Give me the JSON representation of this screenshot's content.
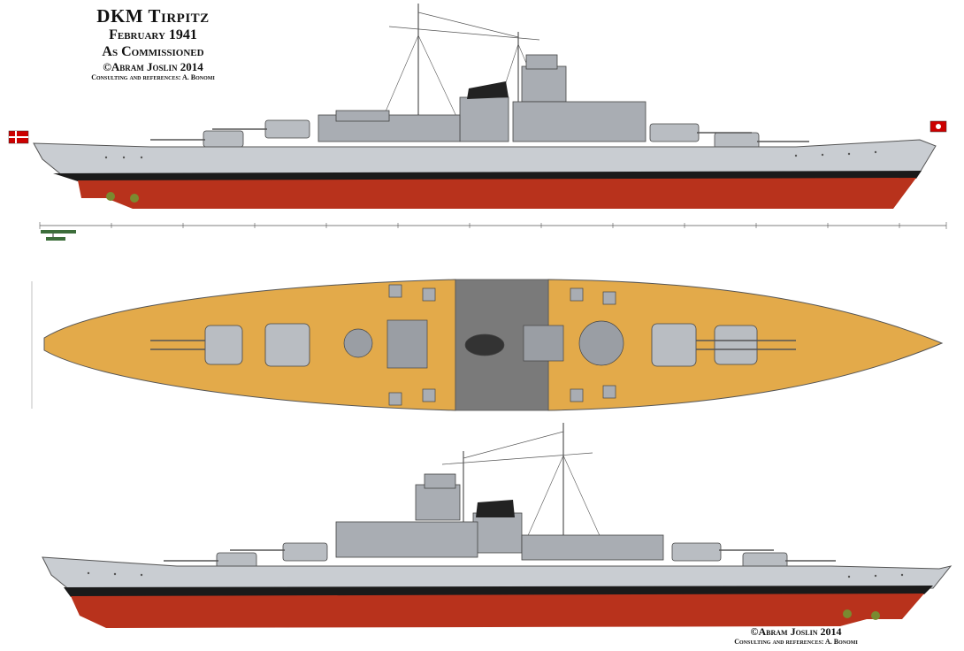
{
  "title": {
    "name": "DKM Tirpitz",
    "date": "February 1941",
    "state": "As Commissioned",
    "copyright": "©Abram Joslin 2014",
    "credits": "Consulting and references: A. Bonomi"
  },
  "footer": {
    "copyright": "©Abram Joslin 2014",
    "credits": "Consulting and references: A. Bonomi"
  },
  "colors": {
    "hull_grey": "#c9cdd2",
    "antifouling_red": "#b8321c",
    "boot_black": "#1a1a1a",
    "deck_wood": "#e3aa4a",
    "deck_steel": "#7a7a7a",
    "superstructure": "#a9adb3"
  },
  "icons": {
    "ensign_flag": "german-naval-ensign-icon",
    "jack_flag": "jack-flag-icon",
    "floatplane": "arado-floatplane-icon",
    "propeller": "propeller-icon"
  }
}
